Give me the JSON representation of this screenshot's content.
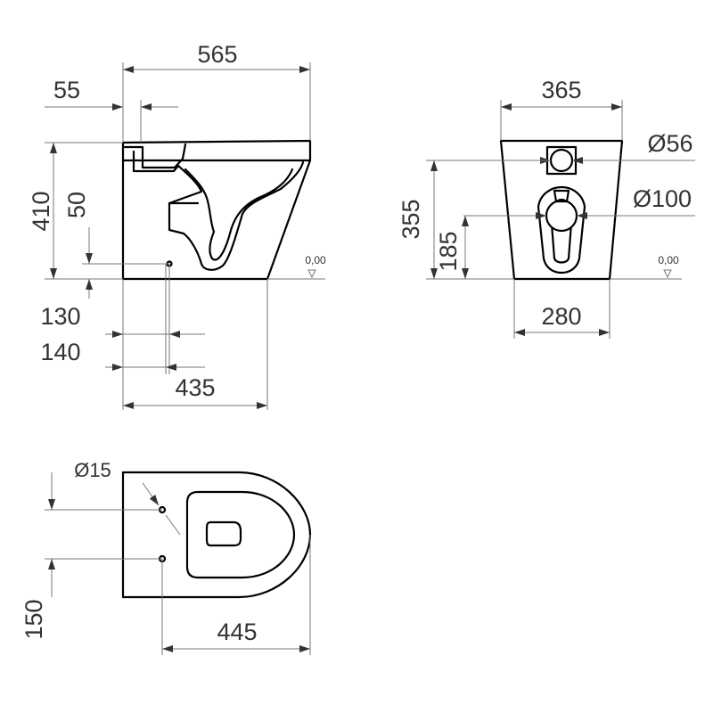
{
  "side_view": {
    "width_total": "565",
    "top_offset": "55",
    "height": "410",
    "inlet_height": "50",
    "outlet_offset": "130",
    "fixing_offset": "140",
    "base_length": "435",
    "floor_level": "0,00"
  },
  "front_view": {
    "top_width": "365",
    "inlet_diameter": "Ø56",
    "outlet_diameter": "Ø100",
    "height": "355",
    "outlet_height": "185",
    "base_width": "280",
    "floor_level": "0,00"
  },
  "top_view": {
    "hole_diameter": "Ø15",
    "hole_offset": "150",
    "depth": "445"
  }
}
